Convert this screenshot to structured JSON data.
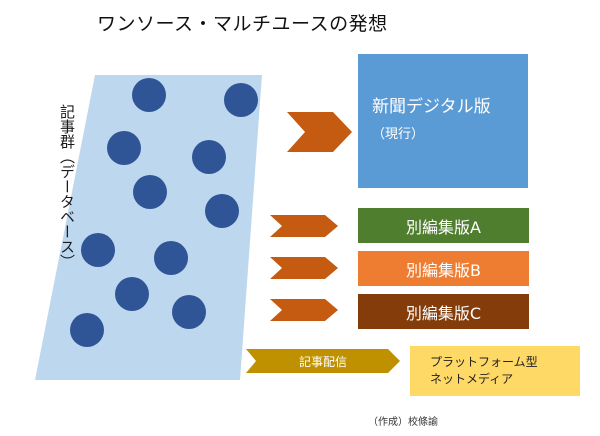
{
  "title": "ワンソース・マルチユースの発想",
  "database": {
    "label": "記事群（データベース）",
    "fill_color": "#bdd7ee",
    "dot_color": "#2f5597"
  },
  "boxes": {
    "main": {
      "line1": "新聞デジタル版",
      "line2": "（現行）",
      "color": "#5b9bd5"
    },
    "edition_a": {
      "label": "別編集版A",
      "color": "#4f7f2e"
    },
    "edition_b": {
      "label": "別編集版B",
      "color": "#ee7d31"
    },
    "edition_c": {
      "label": "別編集版C",
      "color": "#843c0b"
    },
    "platform": {
      "line1": "プラットフォーム型",
      "line2": "ネットメディア",
      "color": "#ffd966"
    }
  },
  "distribution": {
    "label": "記事配信",
    "color": "#bf9000"
  },
  "arrow_color": "#c55a11",
  "credit": "（作成）校條諭"
}
